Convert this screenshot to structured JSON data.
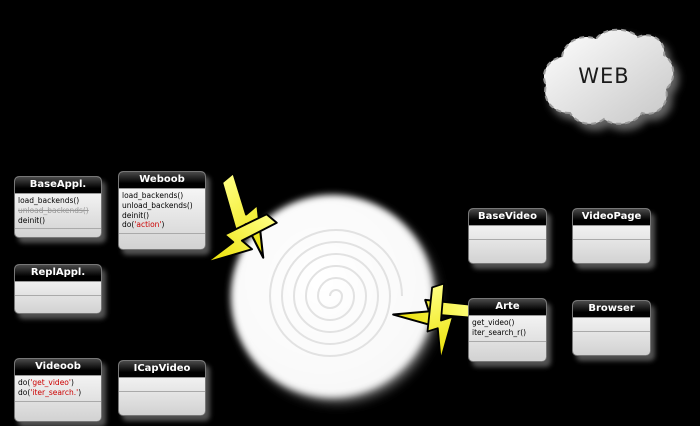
{
  "colors": {
    "background": "#000000",
    "bolt_yellow": "#f2e900",
    "method_red": "#cc0000",
    "muted_gray": "#999999",
    "box_title_bg": "#000000",
    "box_body_top": "#ffffff",
    "box_body_bottom": "#d2d2d2"
  },
  "cloud": {
    "label": "WEB"
  },
  "boxes": {
    "baseappl": {
      "title": "BaseAppl.",
      "m1": "load_backends()",
      "m2": "unload_backends()",
      "m3": "deinit()"
    },
    "weboob": {
      "title": "Weboob",
      "m1": "load_backends()",
      "m2": "unload_backends()",
      "m3": "deinit()",
      "m4_pre": "do(",
      "m4_red": "'action'",
      "m4_post": ")"
    },
    "replappl": {
      "title": "ReplAppl."
    },
    "videoob": {
      "title": "Videoob",
      "m1_pre": "do(",
      "m1_red": "'get_video'",
      "m1_post": ")",
      "m2_pre": "do(",
      "m2_red": "'iter_search.'",
      "m2_post": ")"
    },
    "icapvideo": {
      "title": "ICapVideo"
    },
    "basevideo": {
      "title": "BaseVideo"
    },
    "videopage": {
      "title": "VideoPage"
    },
    "arte": {
      "title": "Arte",
      "m1": "get_video()",
      "m2": "iter_search_r()"
    },
    "browser": {
      "title": "Browser"
    }
  }
}
